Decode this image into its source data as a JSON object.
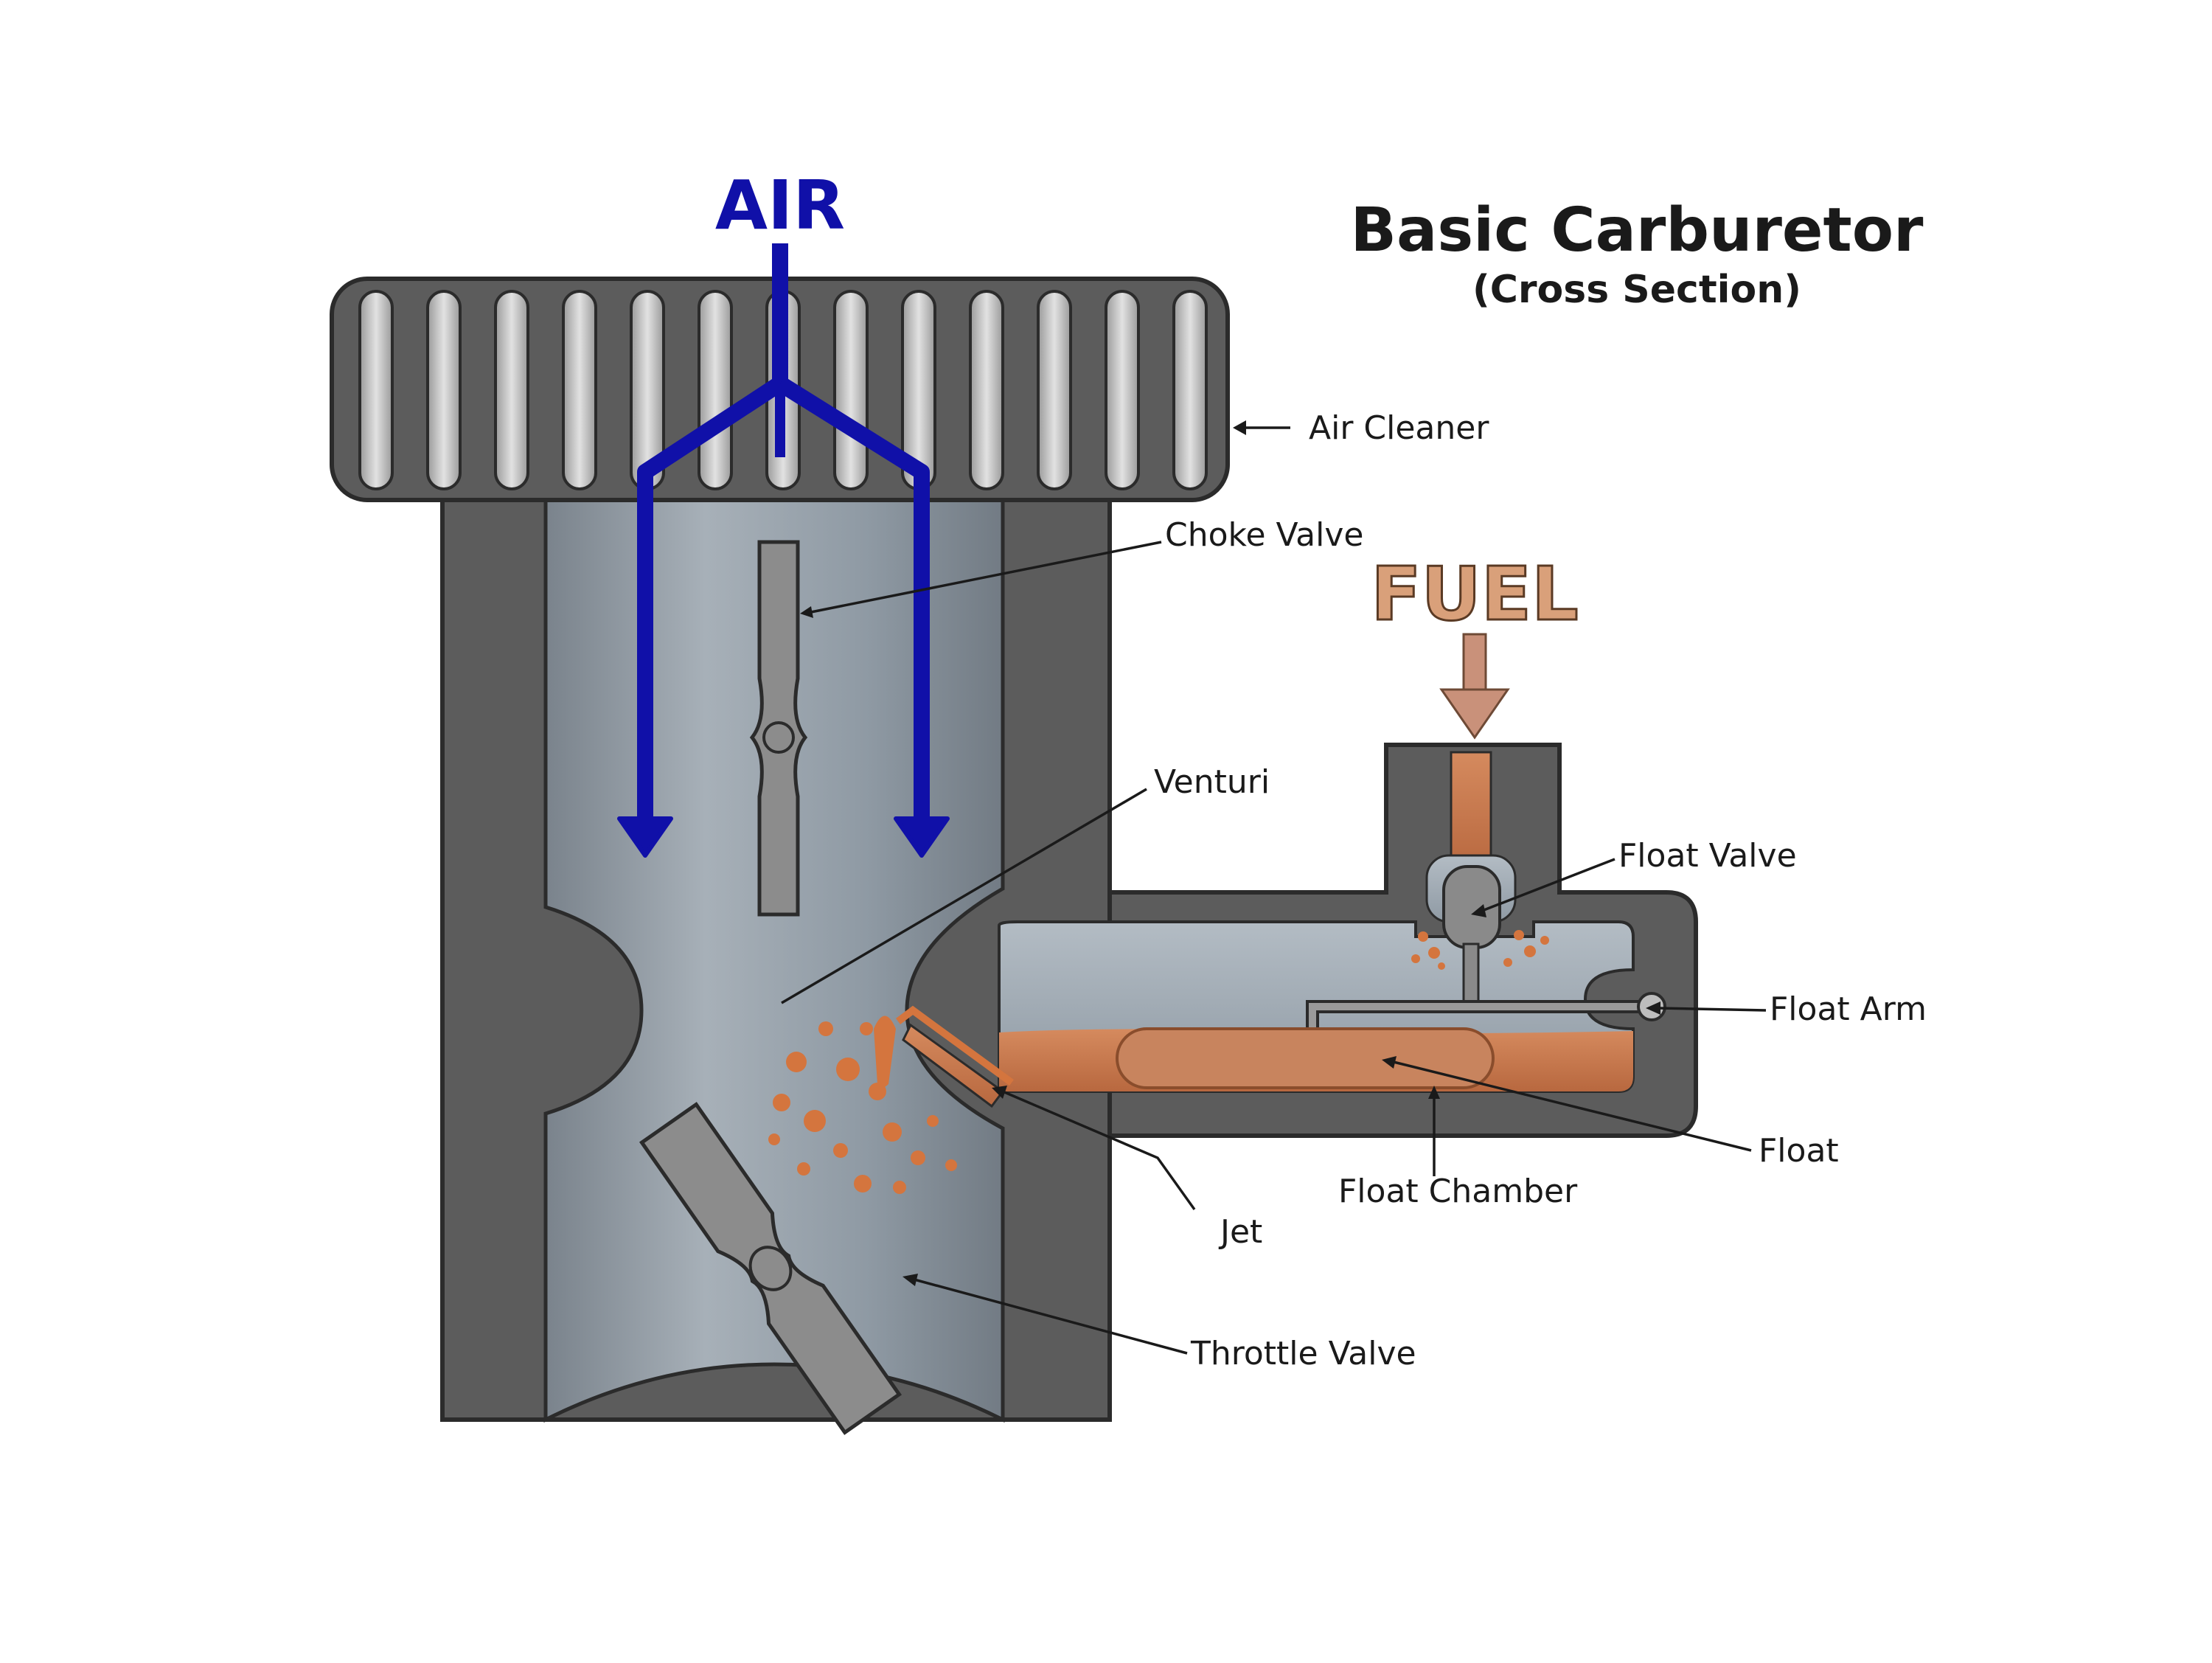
{
  "title": "Basic Carburetor",
  "subtitle": "(Cross Section)",
  "flow_labels": {
    "air": "AIR",
    "fuel": "FUEL"
  },
  "callouts": {
    "air_cleaner": "Air Cleaner",
    "choke_valve": "Choke Valve",
    "venturi": "Venturi",
    "float_valve": "Float Valve",
    "float_arm": "Float Arm",
    "float": "Float",
    "float_chamber": "Float Chamber",
    "jet": "Jet",
    "throttle_valve": "Throttle Valve"
  },
  "colors": {
    "air_flow": "#1010a8",
    "fuel": "#c9794f",
    "fuel_text": "#d9a07a",
    "body": "#595959",
    "bore": "#8e99a3",
    "cleaner_slot": "#c9c9c9"
  },
  "icon_names": [
    "air-flow-arrow-icon",
    "fuel-flow-arrow-icon"
  ]
}
